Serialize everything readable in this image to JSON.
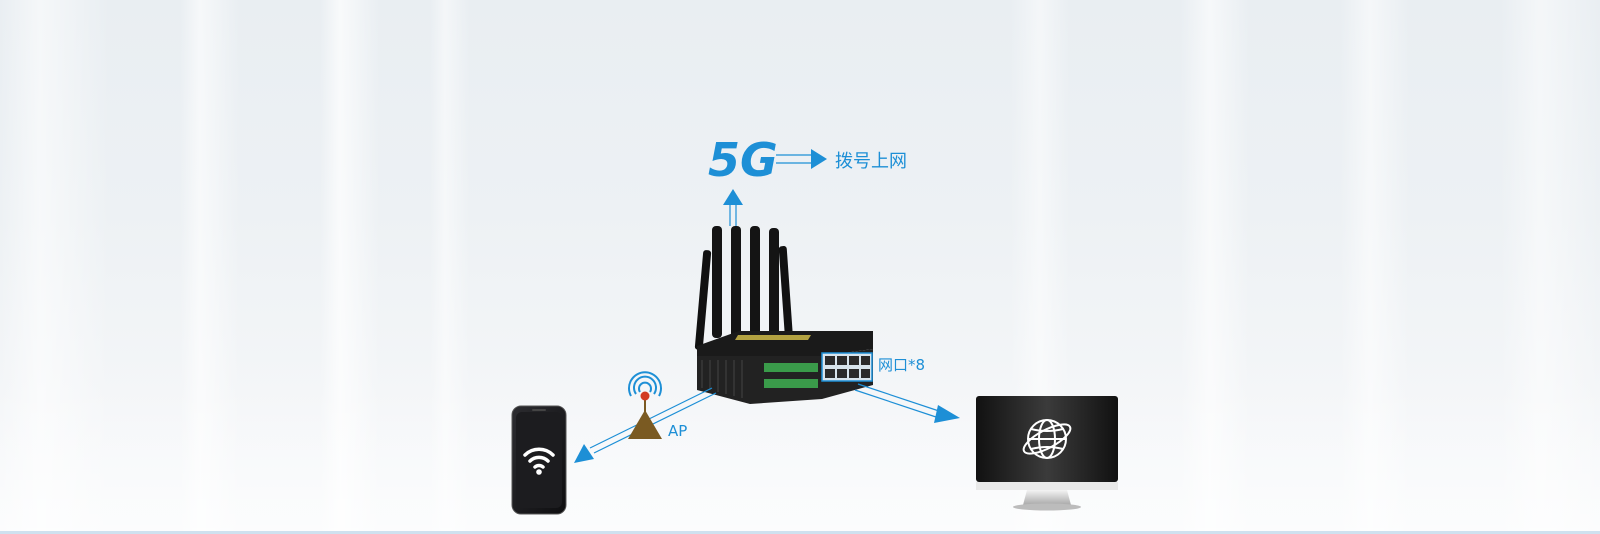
{
  "diagram": {
    "network_label": "5G",
    "dial_label": "拨号上网",
    "ports_label": "网口*8",
    "ap_label": "AP"
  },
  "colors": {
    "accent": "#1d8fd6",
    "ap_tower": "#7a5a22",
    "ap_dot": "#d23a22"
  },
  "icons": [
    "router-icon",
    "antenna-tower-icon",
    "smartphone-icon",
    "wifi-icon",
    "monitor-icon",
    "globe-icon"
  ]
}
